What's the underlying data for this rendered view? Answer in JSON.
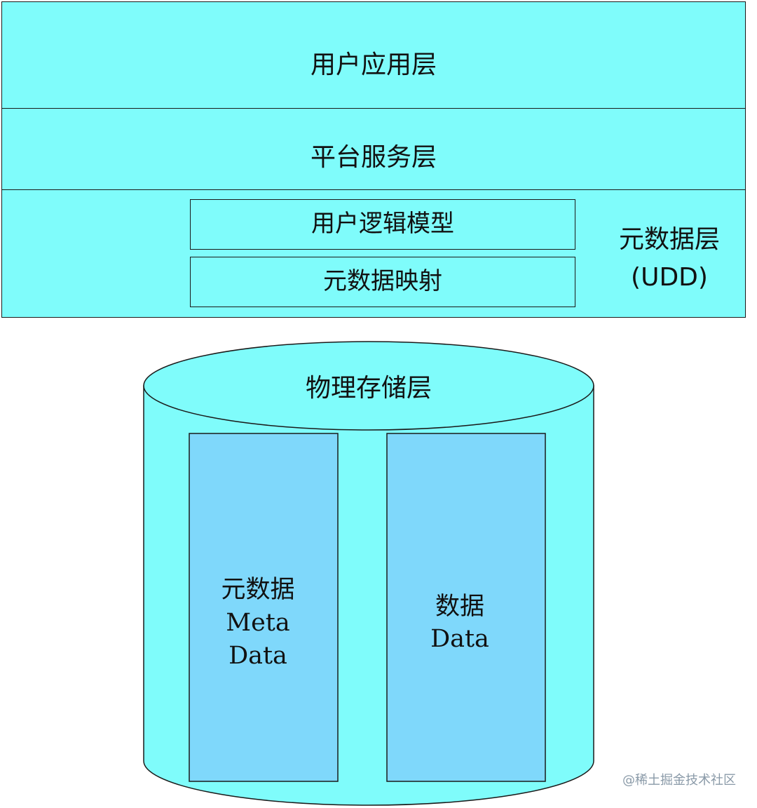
{
  "layers": {
    "app": "用户应用层",
    "platform": "平台服务层",
    "metadata": {
      "name_line1": "元数据层",
      "name_line2": "(UDD)",
      "boxes": [
        "用户逻辑模型",
        "元数据映射"
      ]
    }
  },
  "storage": {
    "title": "物理存储层",
    "columns": [
      {
        "lines": [
          "元数据",
          "Meta",
          "Data"
        ]
      },
      {
        "lines": [
          "数据",
          "Data"
        ]
      }
    ]
  },
  "watermark": "@稀土掘金技术社区",
  "colors": {
    "layer_fill": "#7ffcfb",
    "column_fill": "#7fd8fb",
    "stroke": "#1a1a1a"
  }
}
